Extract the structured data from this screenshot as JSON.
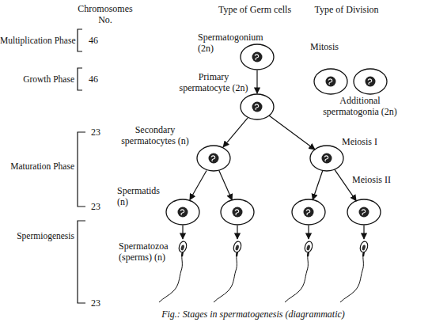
{
  "diagram": {
    "caption": "Fig.: Stages in spermatogenesis (diagrammatic)",
    "nodes": [
      {
        "text": [
          "Spermatogonium (2n)"
        ]
      },
      {
        "text": [
          "Additional spermatogonia (2n)"
        ]
      },
      {
        "text": [
          "Primary spermatocyte (2n)"
        ]
      },
      {
        "text": [
          "Secondary spermatocytes (n)"
        ]
      },
      {
        "text": [
          "Spermatids (n)"
        ]
      },
      {
        "text": [
          "Spermatozoa (sperms) (n)"
        ]
      }
    ],
    "edges": [
      {
        "from": 0,
        "to": 2,
        "arrow": "to"
      },
      {
        "from": 2,
        "to": 3,
        "arrow": "to"
      },
      {
        "from": 3,
        "to": 4,
        "arrow": "to"
      },
      {
        "from": 4,
        "to": 5,
        "arrow": "to"
      }
    ],
    "labels": [
      "Chromosomes No.",
      "Type of Germ cells",
      "Type of Division",
      "Multiplication Phase",
      "46",
      "Growth Phase",
      "46",
      "Maturation Phase",
      "23",
      "23",
      "Spermiogenesis",
      "23",
      "Mitosis",
      "Meiosis I",
      "Meiosis II"
    ]
  }
}
